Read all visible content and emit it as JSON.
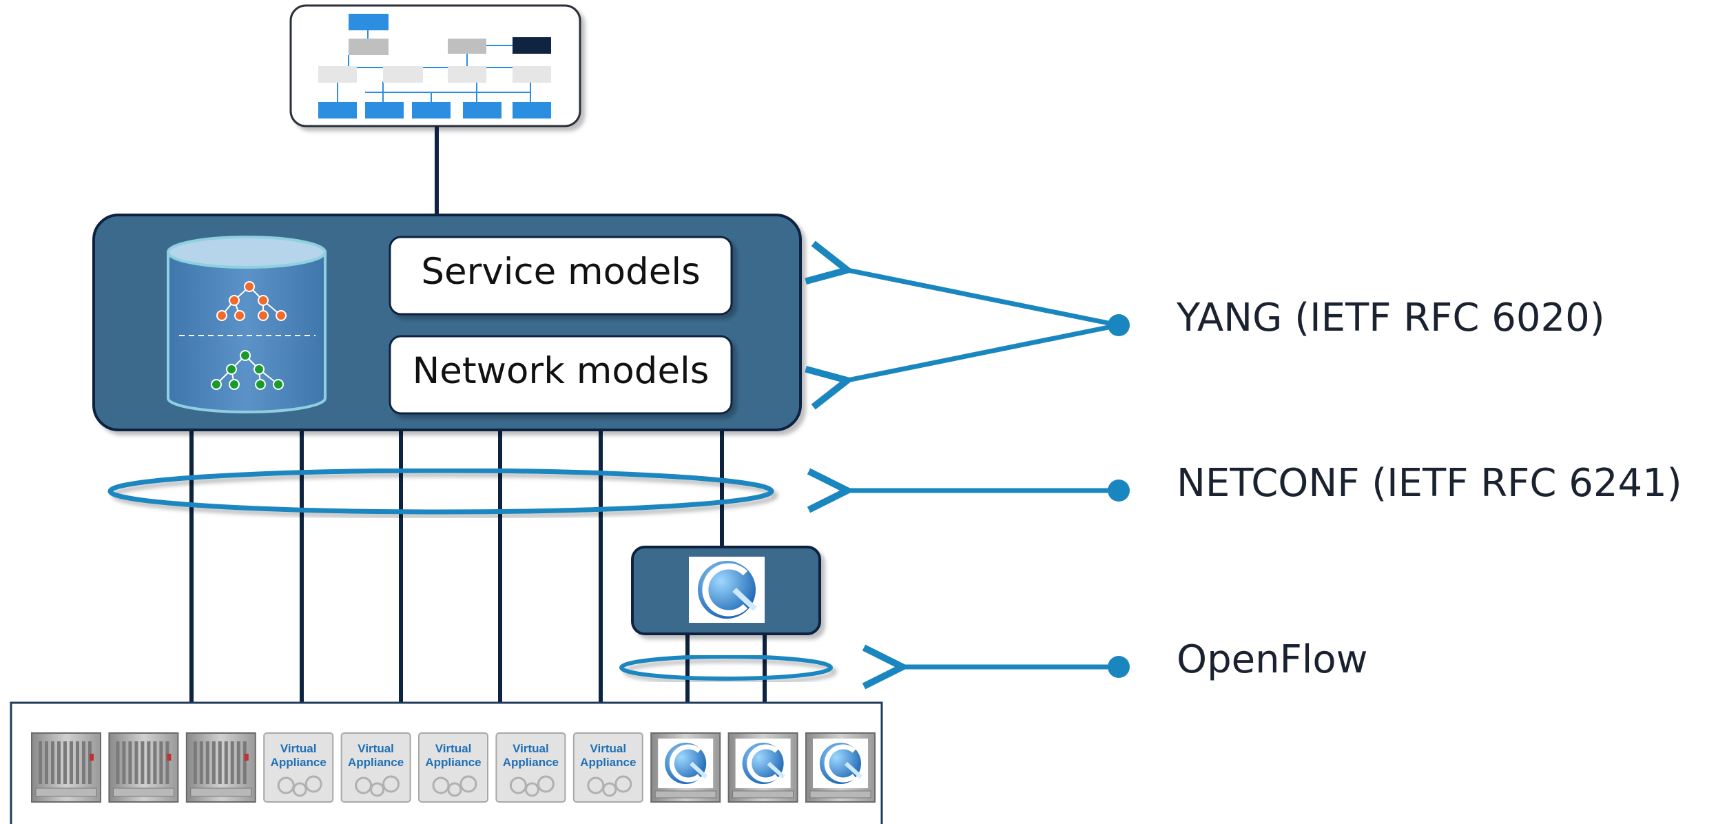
{
  "diagram": {
    "models": {
      "service": "Service models",
      "network": "Network models"
    },
    "protocols": [
      {
        "label": "YANG (IETF RFC 6020)"
      },
      {
        "label": "NETCONF (IETF RFC 6241)"
      },
      {
        "label": "OpenFlow"
      }
    ],
    "devices": [
      {
        "kind": "hardware-chassis"
      },
      {
        "kind": "hardware-chassis"
      },
      {
        "kind": "hardware-chassis"
      },
      {
        "kind": "virtual-appliance",
        "line1": "Virtual",
        "line2": "Appliance"
      },
      {
        "kind": "virtual-appliance",
        "line1": "Virtual",
        "line2": "Appliance"
      },
      {
        "kind": "virtual-appliance",
        "line1": "Virtual",
        "line2": "Appliance"
      },
      {
        "kind": "virtual-appliance",
        "line1": "Virtual",
        "line2": "Appliance"
      },
      {
        "kind": "virtual-appliance",
        "line1": "Virtual",
        "line2": "Appliance"
      },
      {
        "kind": "openflow-switch"
      },
      {
        "kind": "openflow-switch"
      },
      {
        "kind": "openflow-switch"
      }
    ],
    "colors": {
      "line": "#0d2340",
      "controller": "#3b6b8c",
      "accent": "#1a86c0",
      "db": "#4d86bd",
      "orange": "#f06a2a",
      "green": "#1a9a2a"
    }
  }
}
